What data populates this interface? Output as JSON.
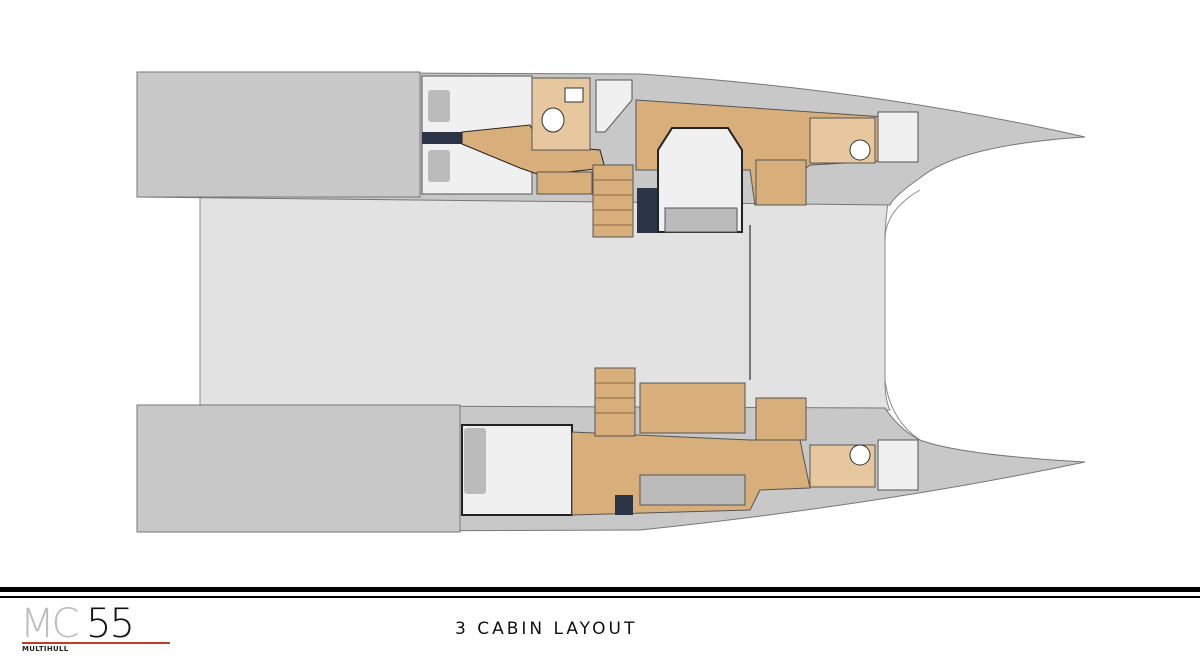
{
  "drawing": {
    "title": "3 CABIN LAYOUT",
    "logo": {
      "letters": "MC",
      "number": "55",
      "subtitle": "MULTIHULL"
    },
    "colors": {
      "hull": "#c8c8c8",
      "deck": "#e2e2e2",
      "wood": "#d8ae7a",
      "navy": "#2c3448",
      "white": "#f2f2f2",
      "accent": "#c0392b"
    }
  }
}
